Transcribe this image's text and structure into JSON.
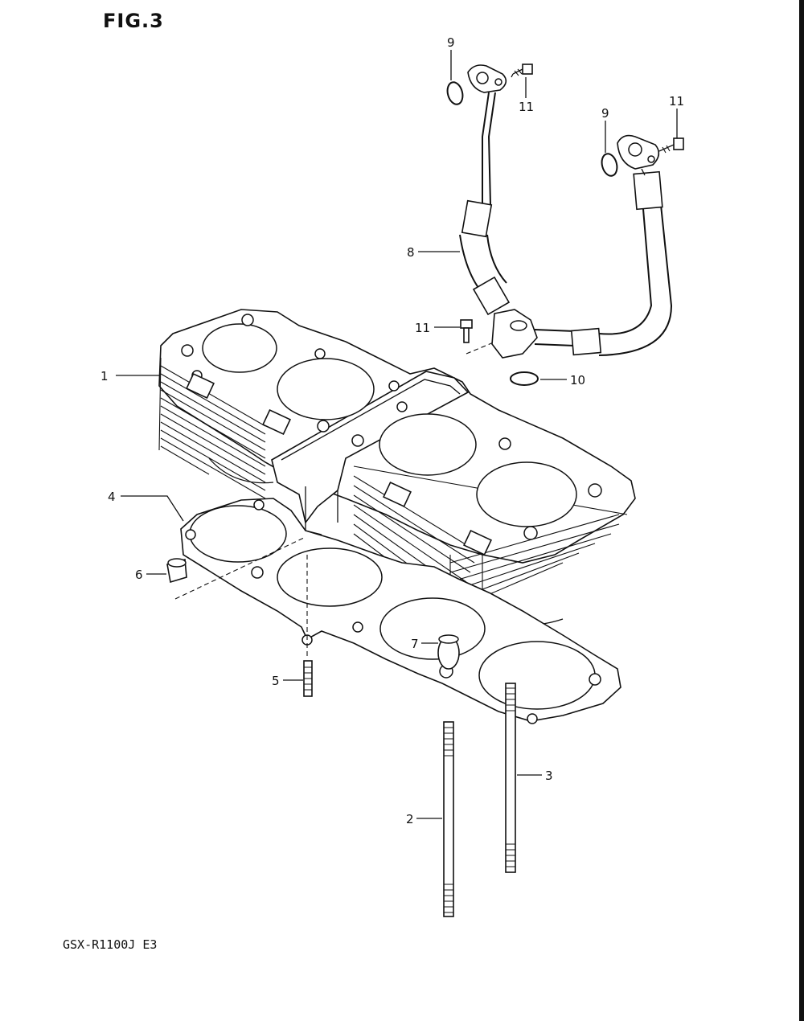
{
  "figure": {
    "title": "FIG.3",
    "model_code": "GSX-R1100J E3"
  },
  "callouts": [
    {
      "id": "c1",
      "label": "1"
    },
    {
      "id": "c2",
      "label": "2"
    },
    {
      "id": "c3",
      "label": "3"
    },
    {
      "id": "c4",
      "label": "4"
    },
    {
      "id": "c5",
      "label": "5"
    },
    {
      "id": "c6",
      "label": "6"
    },
    {
      "id": "c7",
      "label": "7"
    },
    {
      "id": "c8",
      "label": "8"
    },
    {
      "id": "c9a",
      "label": "9"
    },
    {
      "id": "c9b",
      "label": "9"
    },
    {
      "id": "c10",
      "label": "10"
    },
    {
      "id": "c11a",
      "label": "11"
    },
    {
      "id": "c11b",
      "label": "11"
    },
    {
      "id": "c11c",
      "label": "11"
    }
  ],
  "colors": {
    "ink": "#111111",
    "paper": "#ffffff"
  }
}
